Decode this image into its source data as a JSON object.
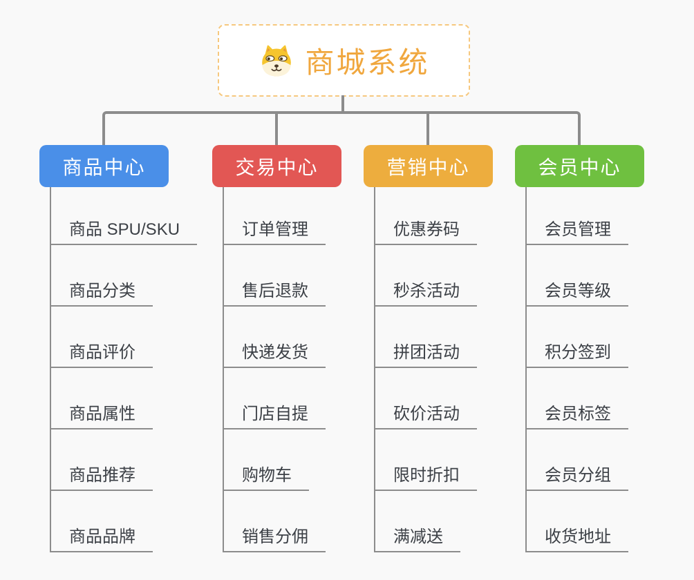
{
  "page": {
    "background": "#f9f9f9",
    "connector_color": "#8c8c8c"
  },
  "root": {
    "title": "商城系统",
    "title_color": "#f0a73e",
    "border_color": "#f6c87e",
    "icon": "dog-face-icon"
  },
  "branches": [
    {
      "label": "商品中心",
      "color": "#4a8fe8",
      "items": [
        "商品 SPU/SKU",
        "商品分类",
        "商品评价",
        "商品属性",
        "商品推荐",
        "商品品牌"
      ]
    },
    {
      "label": "交易中心",
      "color": "#e25754",
      "items": [
        "订单管理",
        "售后退款",
        "快递发货",
        "门店自提",
        "购物车",
        "销售分佣"
      ]
    },
    {
      "label": "营销中心",
      "color": "#edad3e",
      "items": [
        "优惠券码",
        "秒杀活动",
        "拼团活动",
        "砍价活动",
        "限时折扣",
        "满减送"
      ]
    },
    {
      "label": "会员中心",
      "color": "#6fc040",
      "items": [
        "会员管理",
        "会员等级",
        "积分签到",
        "会员标签",
        "会员分组",
        "收货地址"
      ]
    }
  ]
}
